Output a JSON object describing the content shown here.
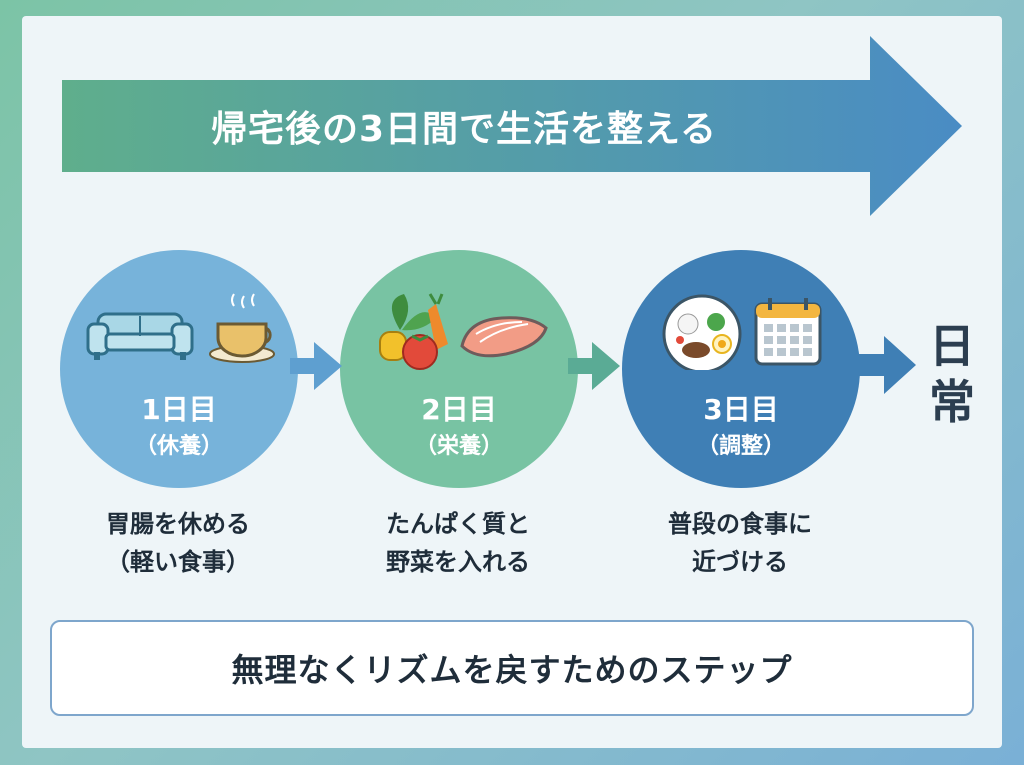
{
  "banner": {
    "title": "帰宅後の3日間で生活を整える"
  },
  "steps": [
    {
      "day": "1日目",
      "sub": "（休養）",
      "desc_line1": "胃腸を休める",
      "desc_line2": "（軽い食事）",
      "icons": [
        "sofa-icon",
        "tea-cup-icon"
      ],
      "color": "#77b3da"
    },
    {
      "day": "2日目",
      "sub": "（栄養）",
      "desc_line1": "たんぱく質と",
      "desc_line2": "野菜を入れる",
      "icons": [
        "vegetables-icon",
        "salmon-icon"
      ],
      "color": "#78c3a3"
    },
    {
      "day": "3日目",
      "sub": "（調整）",
      "desc_line1": "普段の食事に",
      "desc_line2": "近づける",
      "icons": [
        "meal-plate-icon",
        "calendar-icon"
      ],
      "color": "#3f7fb5"
    }
  ],
  "goal": {
    "line1": "日",
    "line2": "常"
  },
  "footer": {
    "text": "無理なくリズムを戻すためのステップ"
  },
  "colors": {
    "banner_start": "#5fae8c",
    "banner_end": "#4a8cc4",
    "text_dark": "#1f2d3a",
    "connector": "#5e9fd0"
  }
}
